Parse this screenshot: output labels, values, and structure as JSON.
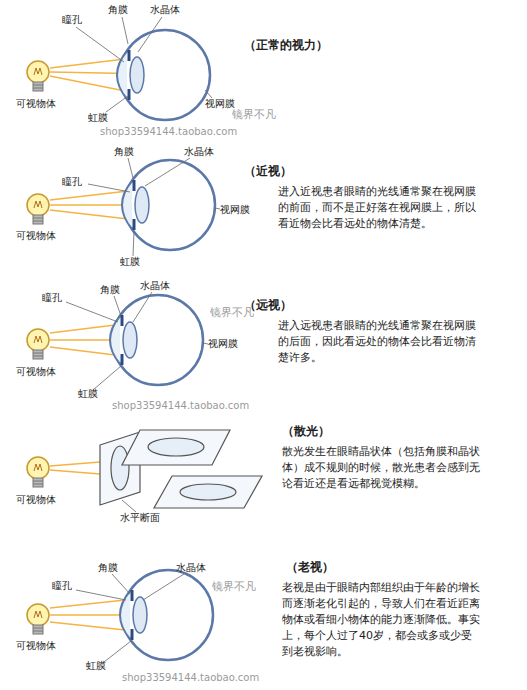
{
  "diagram": {
    "labels": [
      "瞳孔",
      "角膜",
      "水晶体",
      "可视物体",
      "虹膜",
      "视网膜",
      "（正常的视力）",
      "镜界不凡",
      "shop33594144.taobao.com",
      "角膜",
      "水晶体",
      "瞳孔",
      "可视物体",
      "视网膜",
      "虹膜",
      "（近视）",
      "进入近视患者眼睛的光线通常聚在视网膜的前面，而不是正好落在视网膜上，所以看近物会比看远处的物体清楚。",
      "瞳孔",
      "角膜",
      "水晶体",
      "可视物体",
      "视网膜",
      "虹膜",
      "（远视）",
      "进入远视患者眼睛的光线通常聚在视网膜的后面，因此看远处的物体会比看近物清楚许多。",
      "镜界不凡",
      "shop33594144.taobao.com",
      "（散光）",
      "散光发生在眼睛晶状体（包括角膜和晶状体）成不规则的时候，散光患者会感到无论看近还是看远都视觉模糊。",
      "可视物体",
      "水平断面",
      "瞳孔",
      "角膜",
      "水晶体",
      "可视物体",
      "虹膜",
      "（老视）",
      "老视是由于眼睛内部组织由于年龄的增长而逐渐老化引起的，导致人们在看近距离物体或看细小物体的能力逐渐降低。事实上，每个人过了40岁，都会或多或少受到老视影响。",
      "镜界不凡",
      "shop33594144.taobao.com"
    ]
  }
}
